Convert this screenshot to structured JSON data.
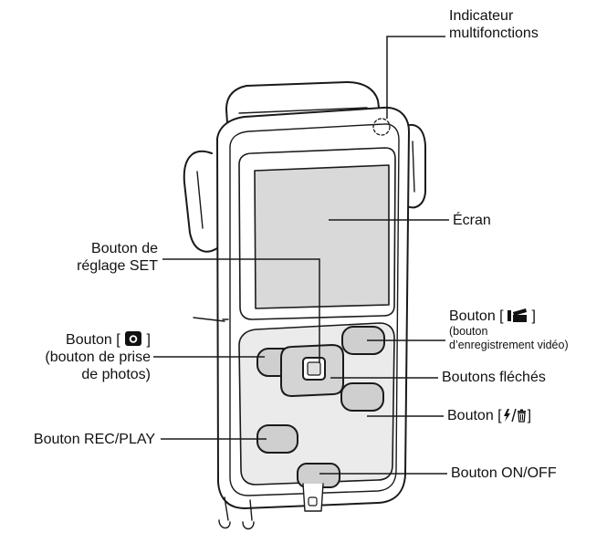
{
  "labels": {
    "indicator_l1": "Indicateur",
    "indicator_l2": "multifonctions",
    "screen": "Écran",
    "set_l1": "Bouton de",
    "set_l2": "réglage SET",
    "photo_pre": "Bouton [",
    "photo_post": "]",
    "photo_l2": "(bouton de prise",
    "photo_l3": "de photos)",
    "rec_play": "Bouton REC/PLAY",
    "video_pre": "Bouton [",
    "video_post": "]",
    "video_l2": "(bouton",
    "video_l3": "d’enregistrement vidéo)",
    "arrows": "Boutons fléchés",
    "flash_pre": "Bouton [",
    "flash_post": "]",
    "on_off": "Bouton ON/OFF"
  },
  "icons": {
    "photo": "camera-icon",
    "video": "video-camera-icon",
    "flash_delete": "flash-trash-icon"
  },
  "colors": {
    "body_fill": "#ffffff",
    "outline": "#1a1a1a",
    "screen_fill": "#d9d9d9",
    "panel_fill": "#ebebeb",
    "button_fill": "#cfcfcf"
  }
}
